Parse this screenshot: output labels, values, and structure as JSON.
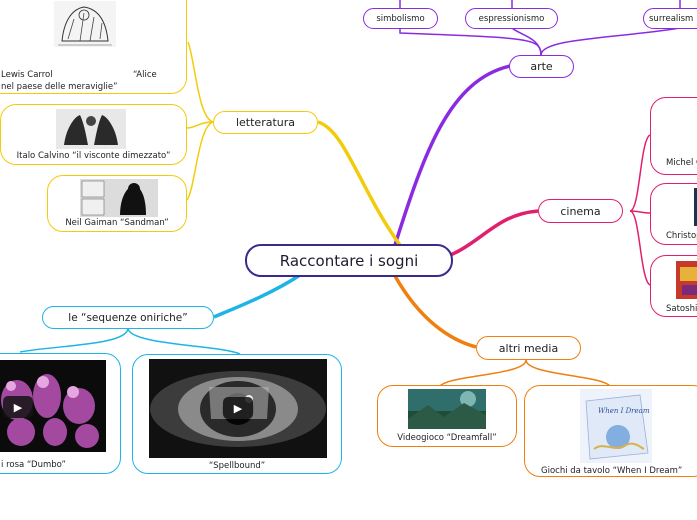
{
  "central": {
    "label": "Raccontare i sogni"
  },
  "branches": {
    "arte": {
      "label": "arte",
      "color": "#8a2be2",
      "children": [
        "simbolismo",
        "espressionismo",
        "surrealism"
      ]
    },
    "letteratura": {
      "label": "letteratura",
      "color": "#f2cc0c",
      "children": [
        {
          "caption_line1": "Lewis Carrol",
          "caption_line1b": "“Alice",
          "caption_line2": "nel paese delle meraviglie”"
        },
        {
          "caption": "Italo Calvino “il visconte dimezzato”"
        },
        {
          "caption": "Neil Gaiman “Sandman”"
        }
      ]
    },
    "cinema": {
      "label": "cinema",
      "color": "#e0206e",
      "children": [
        {
          "caption": "Michel G"
        },
        {
          "caption": "Christop"
        },
        {
          "caption": "Satoshi"
        }
      ]
    },
    "sequenze": {
      "label": "le “sequenze oniriche”",
      "color": "#1fb4e6",
      "children": [
        {
          "caption": "i rosa “Dumbo”"
        },
        {
          "caption": "“Spellbound”"
        }
      ]
    },
    "altri": {
      "label": "altri media",
      "color": "#f07f10",
      "children": [
        {
          "caption": "Videogioco “Dreamfall”"
        },
        {
          "caption": "Giochi da tavolo “When I Dream”"
        }
      ]
    }
  },
  "boardgame_box_title": "When I Dream",
  "icons": {
    "play": "play-icon"
  }
}
